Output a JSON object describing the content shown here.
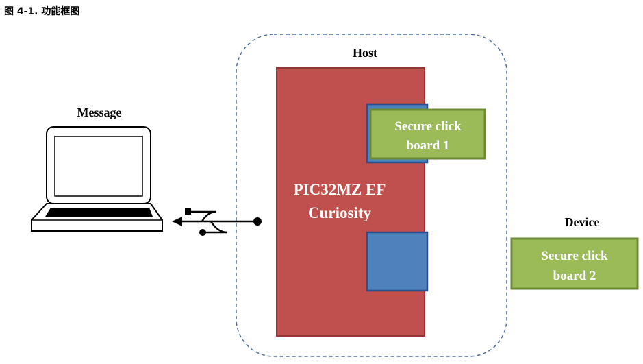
{
  "figure": {
    "title": "图 4-1. 功能框图"
  },
  "labels": {
    "message": "Message",
    "host": "Host",
    "device": "Device"
  },
  "board": {
    "line1": "PIC32MZ EF",
    "line2": "Curiosity"
  },
  "click_board_1": {
    "line1": "Secure click",
    "line2": "board 1"
  },
  "click_board_2": {
    "line1": "Secure click",
    "line2": "board 2"
  },
  "icons": [
    "laptop-icon",
    "usb-icon"
  ],
  "colors": {
    "board_fill": "#c0504d",
    "board_border": "#943634",
    "slot_fill": "#4f81bd",
    "slot_border": "#2b4f8c",
    "click_fill": "#9bbb59",
    "click_border": "#6c8a34",
    "host_dash": "#4f6f9f"
  }
}
